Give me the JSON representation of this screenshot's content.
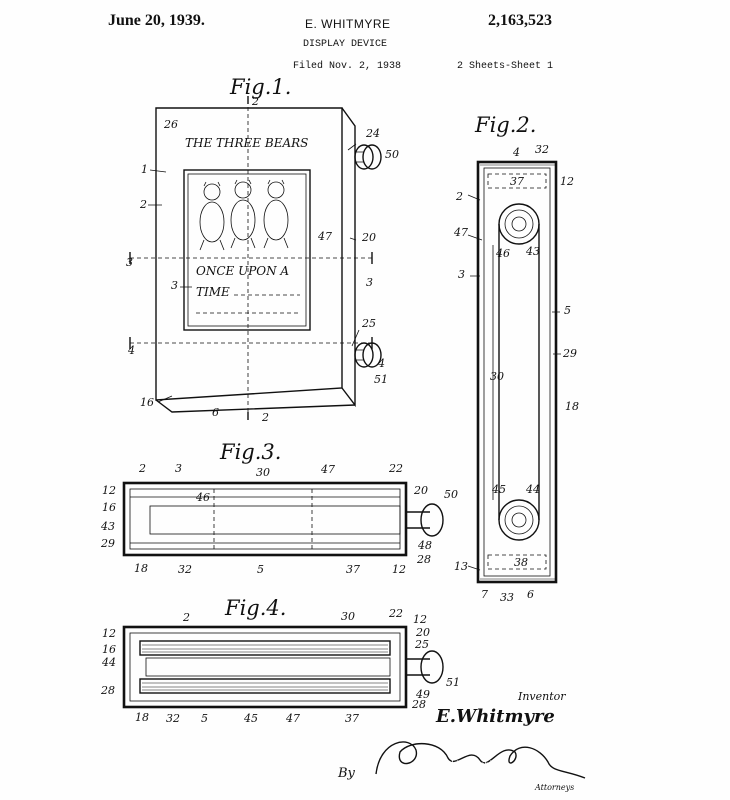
{
  "header": {
    "date": "June 20, 1939.",
    "inventor_name": "E. WHITMYRE",
    "patent_number": "2,163,523",
    "title": "DISPLAY DEVICE",
    "filed": "Filed Nov. 2, 1938",
    "sheets": "2 Sheets-Sheet 1"
  },
  "figures": {
    "fig1": {
      "title": "Fig.1.",
      "panel_heading": "THE THREE BEARS",
      "panel_text_line": "ONCE UPON A",
      "panel_text_time": "TIME",
      "refs": [
        "2",
        "26",
        "24",
        "50",
        "1",
        "2",
        "47",
        "20",
        "3",
        "3",
        "3",
        "25",
        "4",
        "4",
        "51",
        "16",
        "6",
        "2"
      ]
    },
    "fig2": {
      "title": "Fig.2.",
      "refs": [
        "4",
        "32",
        "37",
        "12",
        "2",
        "47",
        "46",
        "43",
        "3",
        "5",
        "29",
        "30",
        "18",
        "45",
        "44",
        "38",
        "13",
        "7",
        "33",
        "6"
      ]
    },
    "fig3": {
      "title": "Fig.3.",
      "refs": [
        "2",
        "3",
        "30",
        "47",
        "22",
        "12",
        "46",
        "20",
        "50",
        "16",
        "43",
        "29",
        "48",
        "28",
        "18",
        "32",
        "5",
        "37",
        "12"
      ]
    },
    "fig4": {
      "title": "Fig.4.",
      "refs": [
        "2",
        "30",
        "22",
        "12",
        "12",
        "20",
        "16",
        "25",
        "44",
        "51",
        "28",
        "49",
        "28",
        "18",
        "32",
        "5",
        "45",
        "47",
        "37"
      ]
    }
  },
  "footer": {
    "inventor_label": "Inventor",
    "inventor_signature": "E.Whitmyre",
    "by_label": "By",
    "attorney_label": "Attorneys",
    "attorney_signature": "Robb & Robb"
  }
}
